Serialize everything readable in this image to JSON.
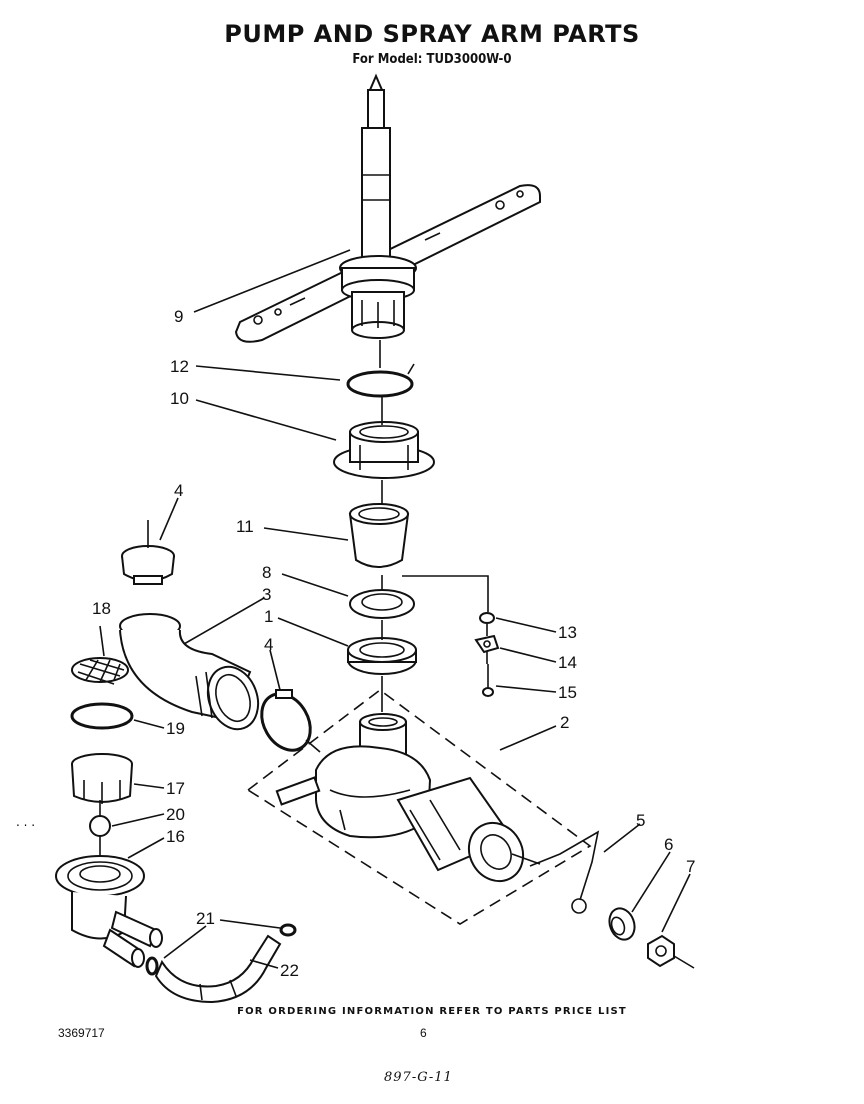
{
  "header": {
    "title": "PUMP AND SPRAY ARM PARTS",
    "subtitle": "For Model: TUD3000W-0"
  },
  "footer": {
    "ordering_note": "FOR ORDERING INFORMATION REFER TO PARTS PRICE LIST",
    "doc_number": "3369717",
    "page_number": "6",
    "handwritten_code": "897-G-11"
  },
  "callouts": {
    "c1": "1",
    "c2": "2",
    "c3": "3",
    "c4a": "4",
    "c4b": "4",
    "c5": "5",
    "c6": "6",
    "c7": "7",
    "c8": "8",
    "c9": "9",
    "c10": "10",
    "c11": "11",
    "c12": "12",
    "c13": "13",
    "c14": "14",
    "c15": "15",
    "c16": "16",
    "c17": "17",
    "c18": "18",
    "c19": "19",
    "c20": "20",
    "c21": "21",
    "c22": "22"
  }
}
